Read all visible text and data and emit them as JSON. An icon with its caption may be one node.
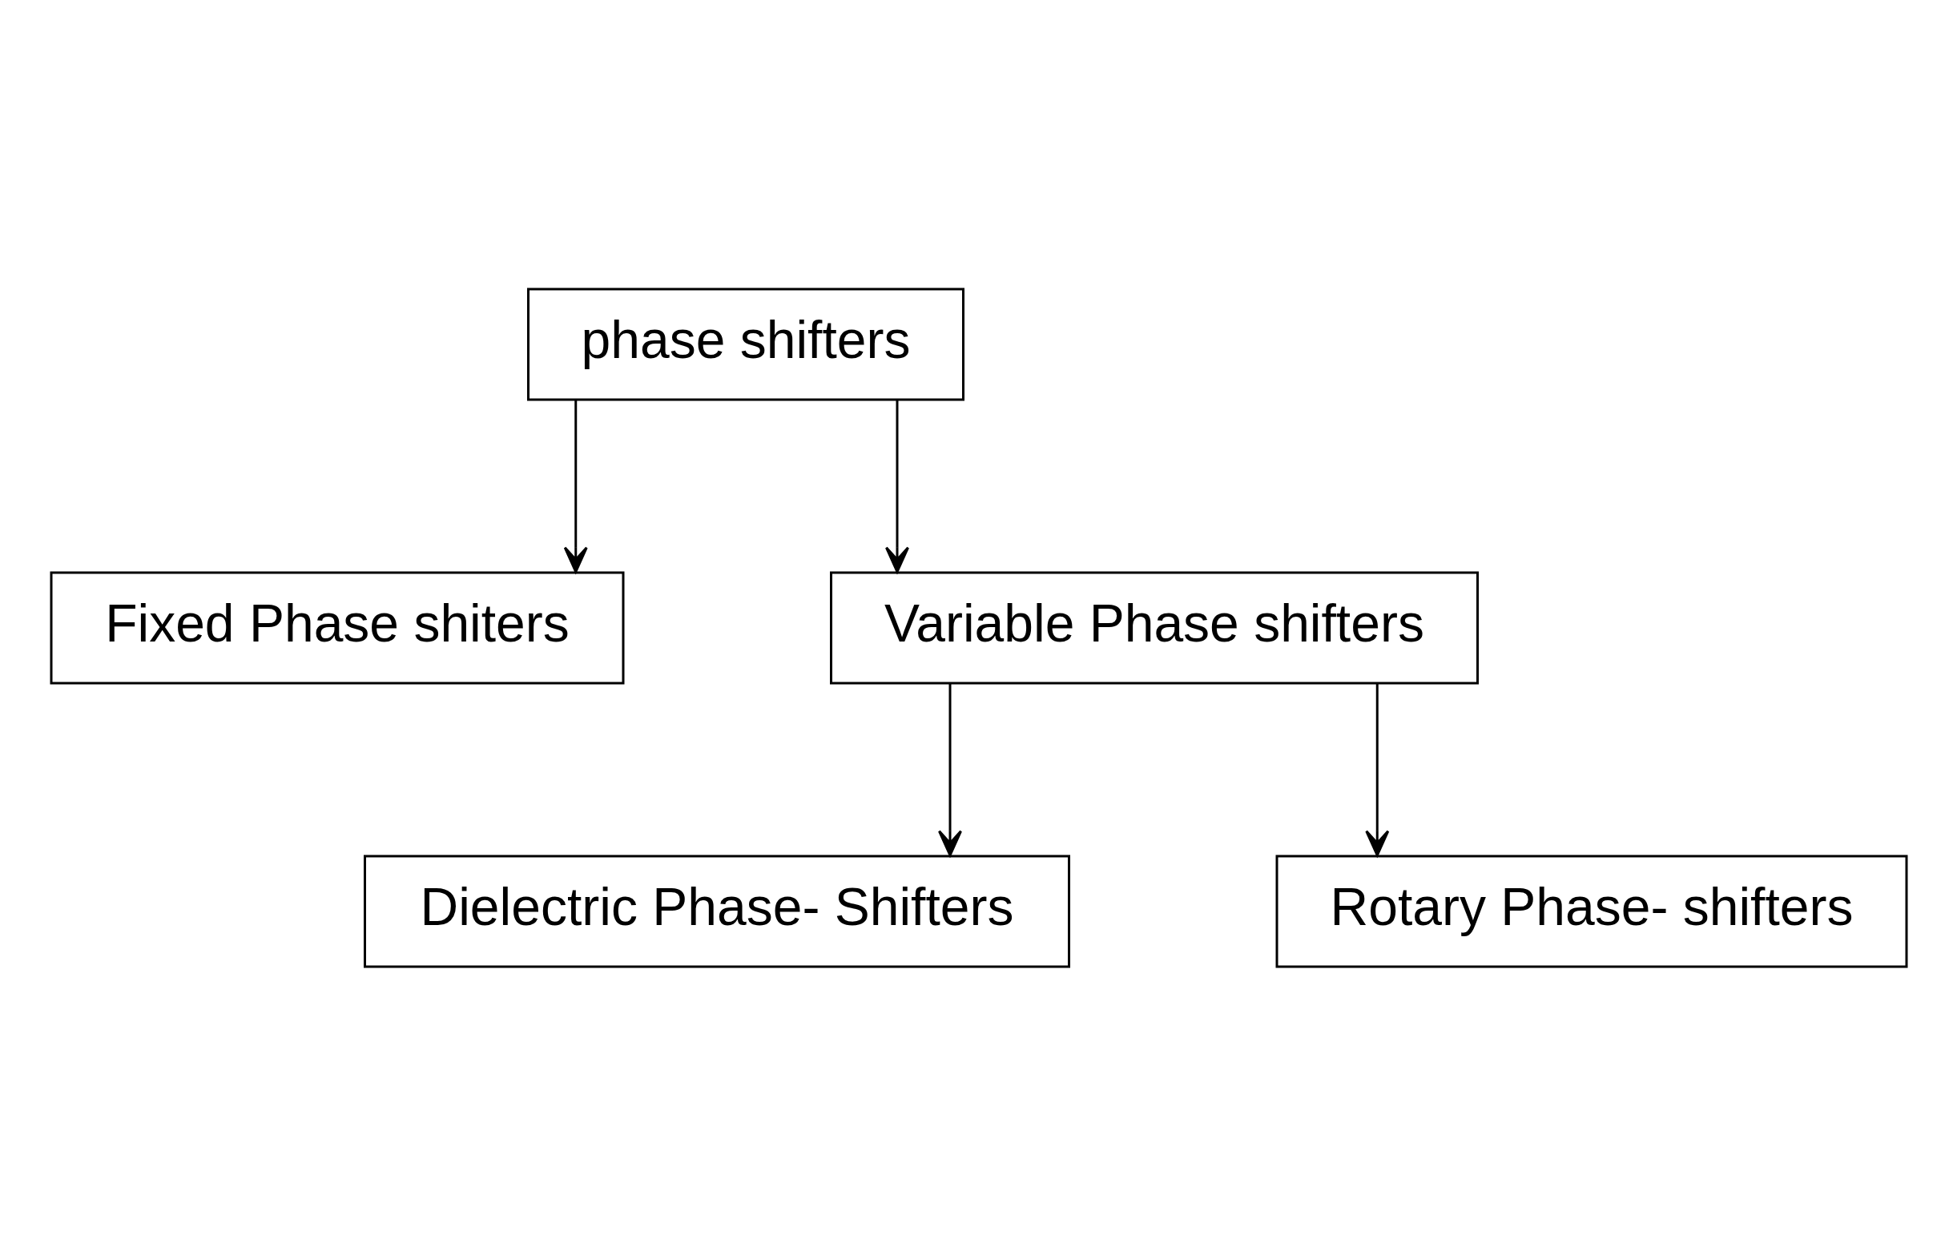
{
  "diagram": {
    "nodes": [
      {
        "text": [
          "phase shifters"
        ]
      },
      {
        "text": [
          "Fixed Phase shiters"
        ]
      },
      {
        "text": [
          "Variable Phase shifters"
        ]
      },
      {
        "text": [
          "Dielectric Phase- Shifters"
        ]
      },
      {
        "text": [
          "Rotary Phase- shifters"
        ]
      }
    ],
    "edges": [
      {
        "from": 0,
        "to": 1,
        "arrow": "to"
      },
      {
        "from": 0,
        "to": 2,
        "arrow": "to"
      },
      {
        "from": 2,
        "to": 3,
        "arrow": "to"
      },
      {
        "from": 2,
        "to": 4,
        "arrow": "to"
      }
    ]
  }
}
